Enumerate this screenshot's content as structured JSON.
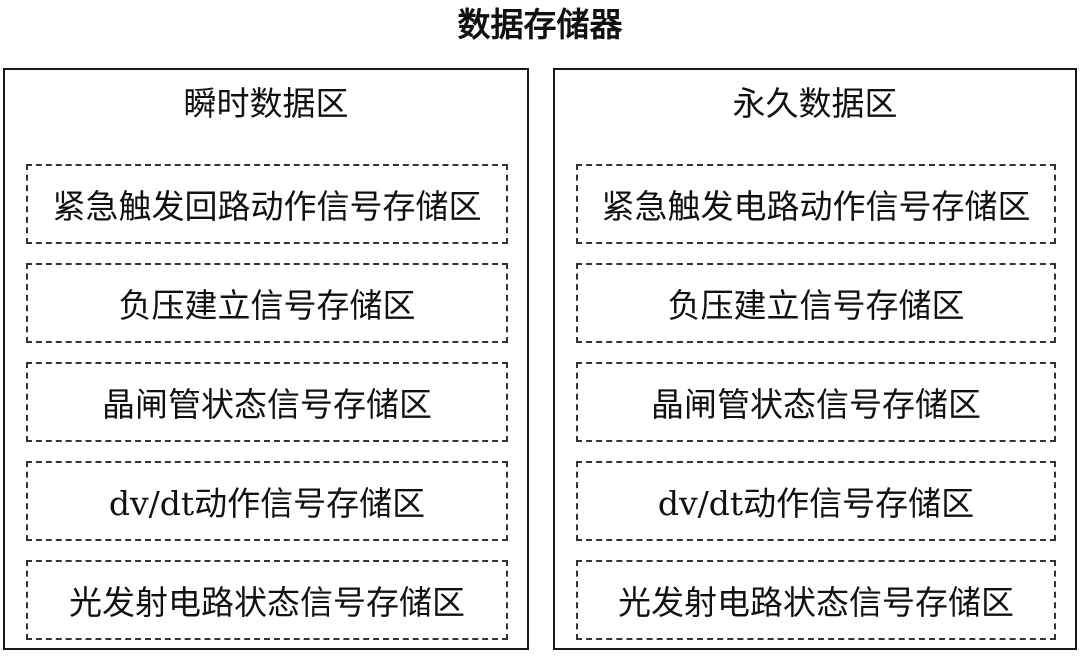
{
  "title": "数据存储器",
  "left_panel": {
    "title": "瞬时数据区",
    "items": [
      "紧急触发回路动作信号存储区",
      "负压建立信号存储区",
      "晶闸管状态信号存储区",
      "dv/dt动作信号存储区",
      "光发射电路状态信号存储区"
    ]
  },
  "right_panel": {
    "title": "永久数据区",
    "items": [
      "紧急触发电路动作信号存储区",
      "负压建立信号存储区",
      "晶闸管状态信号存储区",
      "dv/dt动作信号存储区",
      "光发射电路状态信号存储区"
    ]
  }
}
